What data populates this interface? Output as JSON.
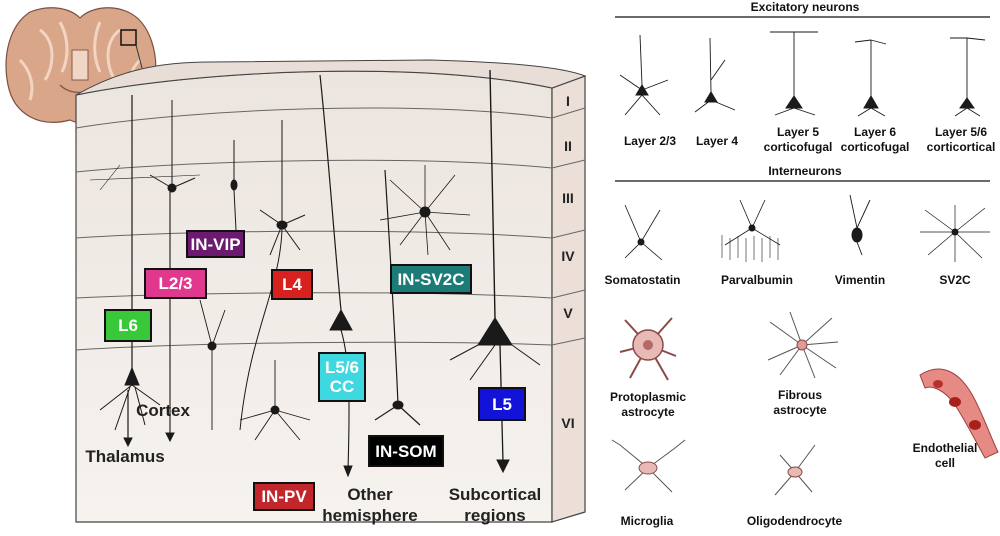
{
  "colors": {
    "tissue": "#efe9e4",
    "tissue_bottom": "#f7f3f0",
    "side": "#e8ddd6",
    "in_vip": "#6b1a70",
    "l23": "#e0388c",
    "l4": "#d8211e",
    "in_sv2c": "#1d7b77",
    "l6": "#38c83a",
    "l56cc": "#3fd7e0",
    "l5": "#1212d8",
    "in_som": "#000000",
    "in_pv": "#c0262c",
    "astro": "#e9b9b6",
    "vessel": "#e58a85"
  },
  "layers": [
    "I",
    "II",
    "III",
    "IV",
    "V",
    "VI"
  ],
  "cell_labels": {
    "in_vip": "IN-VIP",
    "l23": "L2/3",
    "l4": "L4",
    "in_sv2c": "IN-SV2C",
    "l6": "L6",
    "l56cc": "L5/6\nCC",
    "l5": "L5",
    "in_som": "IN-SOM",
    "in_pv": "IN-PV"
  },
  "destinations": {
    "cortex": "Cortex",
    "thalamus": "Thalamus",
    "other_hemisphere": "Other\nhemisphere",
    "subcortical": "Subcortical\nregions"
  },
  "excitatory": {
    "title": "Excitatory neurons",
    "items": [
      "Layer 2/3",
      "Layer 4",
      "Layer 5\ncorticofugal",
      "Layer 6\ncorticofugal",
      "Layer 5/6\ncorticortical"
    ]
  },
  "interneurons": {
    "title": "Interneurons",
    "items": [
      "Somatostatin",
      "Parvalbumin",
      "Vimentin",
      "SV2C"
    ]
  },
  "glia": {
    "protoplasmic": "Protoplasmic\nastrocyte",
    "fibrous": "Fibrous\nastrocyte",
    "endothelial": "Endothelial\ncell",
    "microglia": "Microglia",
    "oligodendrocyte": "Oligodendrocyte"
  }
}
